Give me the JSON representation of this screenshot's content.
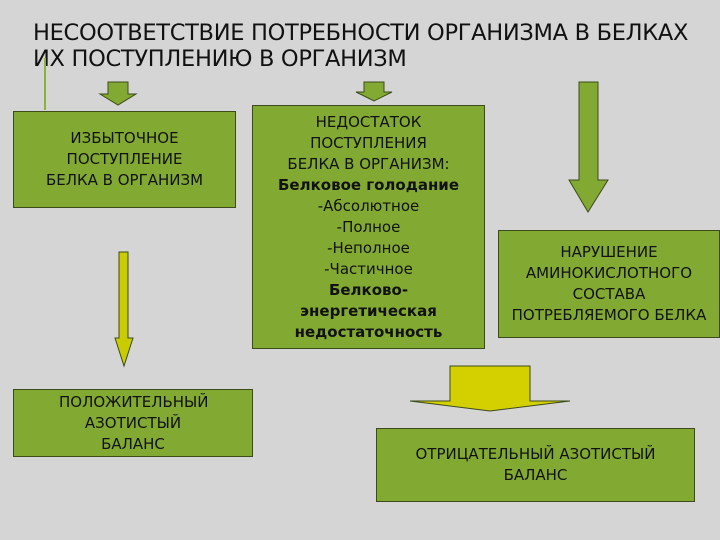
{
  "title": "НЕСООТВЕТСТВИЕ ПОТРЕБНОСТИ ОРГАНИЗМА В БЕЛКАХ ИХ ПОСТУПЛЕНИЮ В ОРГАНИЗМ",
  "boxes": {
    "excess": "ИЗБЫТОЧНОЕ ПОСТУПЛЕНИЕ БЕЛКА В ОРГАНИЗМ",
    "deficit": {
      "heading": "НЕДОСТАТОК ПОСТУПЛЕНИЯ БЕЛКА В ОРГАНИЗМ:",
      "starvation": "Белковое голодание",
      "items": [
        "-Абсолютное",
        "-Полное",
        "-Неполное",
        "-Частичное"
      ],
      "energy": "Белково-энергетическая недостаточность"
    },
    "amino": "НАРУШЕНИЕ АМИНОКИСЛОТНОГО СОСТАВА ПОТРЕБЛЯЕМОГО БЕЛКА",
    "positive": "ПОЛОЖИТЕЛЬНЫЙ АЗОТИСТЫЙ БАЛАНС",
    "negative": "ОТРИЦАТЕЛЬНЫЙ АЗОТИСТЫЙ БАЛАНС"
  },
  "colors": {
    "box": "#82aa32",
    "arrow_green": "#82aa32",
    "arrow_yellow": "#d4d000",
    "background": "#d5d5d5"
  }
}
